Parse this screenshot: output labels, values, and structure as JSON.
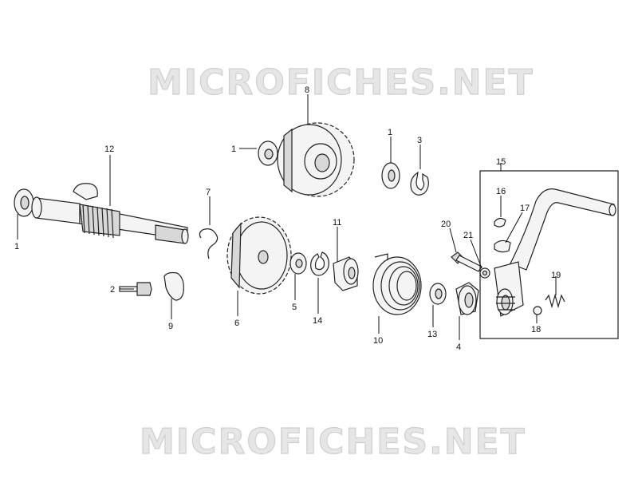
{
  "watermark": {
    "top": "MICROFICHES.NET",
    "bottom": "MICROFICHES.NET"
  },
  "callouts": {
    "c1a": "1",
    "c1b": "1",
    "c1c": "1",
    "c2": "2",
    "c3": "3",
    "c4": "4",
    "c5": "5",
    "c6": "6",
    "c7": "7",
    "c8": "8",
    "c9": "9",
    "c10": "10",
    "c11": "11",
    "c12": "12",
    "c13": "13",
    "c14": "14",
    "c15": "15",
    "c16": "16",
    "c17": "17",
    "c18": "18",
    "c19": "19",
    "c20": "20",
    "c21": "21"
  }
}
